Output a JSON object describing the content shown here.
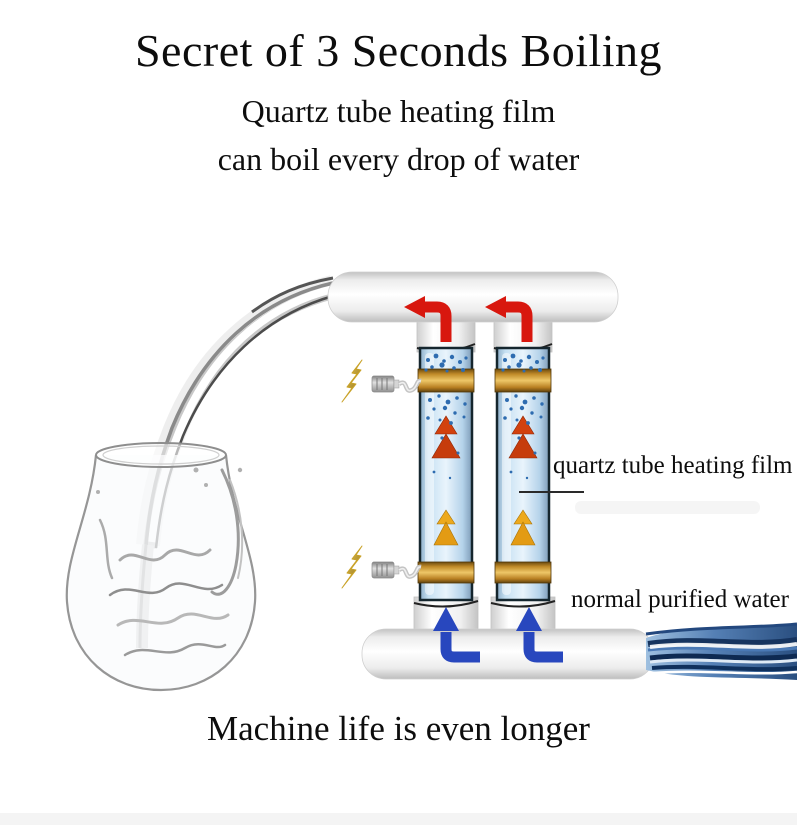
{
  "page": {
    "background": "#ffffff",
    "bottom_strip_color": "#f4f4f4"
  },
  "header": {
    "title": "Secret of 3 Seconds Boiling",
    "subtitle_line1": "Quartz tube heating film",
    "subtitle_line2": "can boil every drop of water"
  },
  "diagram": {
    "labels": {
      "quartz_tube": "quartz tube heating film",
      "purified_water": "normal purified water"
    },
    "colors": {
      "hot_water_arrow": "#d8170e",
      "cold_water_arrow": "#2847be",
      "heating_band_gold": "#c8922d",
      "tube_water_blue": "#bcd9ef",
      "bubble_blue": "#2e6cb0",
      "inlet_water_dark": "#16345f",
      "lightning_gold": "#c9a227",
      "pipe_white": "#f4f4f4"
    }
  },
  "caption": "Machine life is even longer"
}
